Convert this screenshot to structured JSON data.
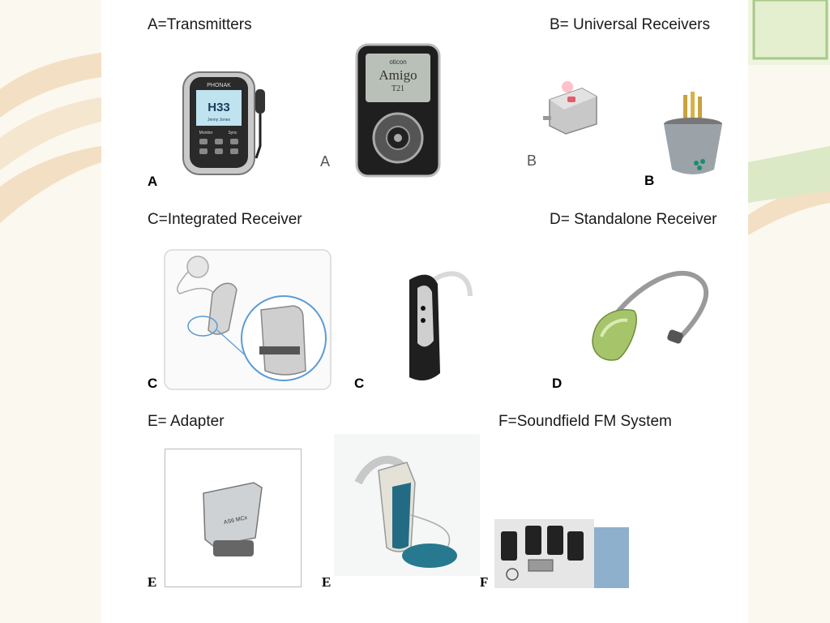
{
  "headings": {
    "a": "A=Transmitters",
    "b": "B= Universal Receivers",
    "c": "C=Integrated Receiver",
    "d": "D= Standalone Receiver",
    "e": "E= Adapter",
    "f": "F=Soundfield FM System"
  },
  "letters": {
    "a1": "A",
    "a2": "A",
    "b1": "B",
    "b2": "B",
    "c1": "C",
    "c2": "C",
    "d1": "D",
    "e1": "E",
    "e2": "E",
    "f1": "F"
  },
  "device_text": {
    "phonak_brand": "PHONAK",
    "phonak_screen": "H33",
    "phonak_screen_name": "Jenny Jones",
    "phonak_key_left": "Monitor",
    "phonak_key_right": "Sync",
    "oticon_brand": "oticon",
    "oticon_model": "Amigo",
    "oticon_model_num": "T21",
    "adapter_label": "AS6 MCx"
  },
  "colors": {
    "background": "#fbf8ef",
    "panel": "#ffffff",
    "accent_green": "#8fb04a",
    "accent_peach": "#f2dcc0"
  }
}
